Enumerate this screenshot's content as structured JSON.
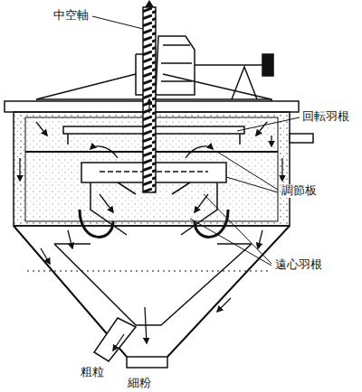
{
  "diagram": {
    "labels": [
      "中空軸",
      "回転羽根",
      "調節板",
      "遠心羽根",
      "粗粒",
      "細粉"
    ]
  }
}
